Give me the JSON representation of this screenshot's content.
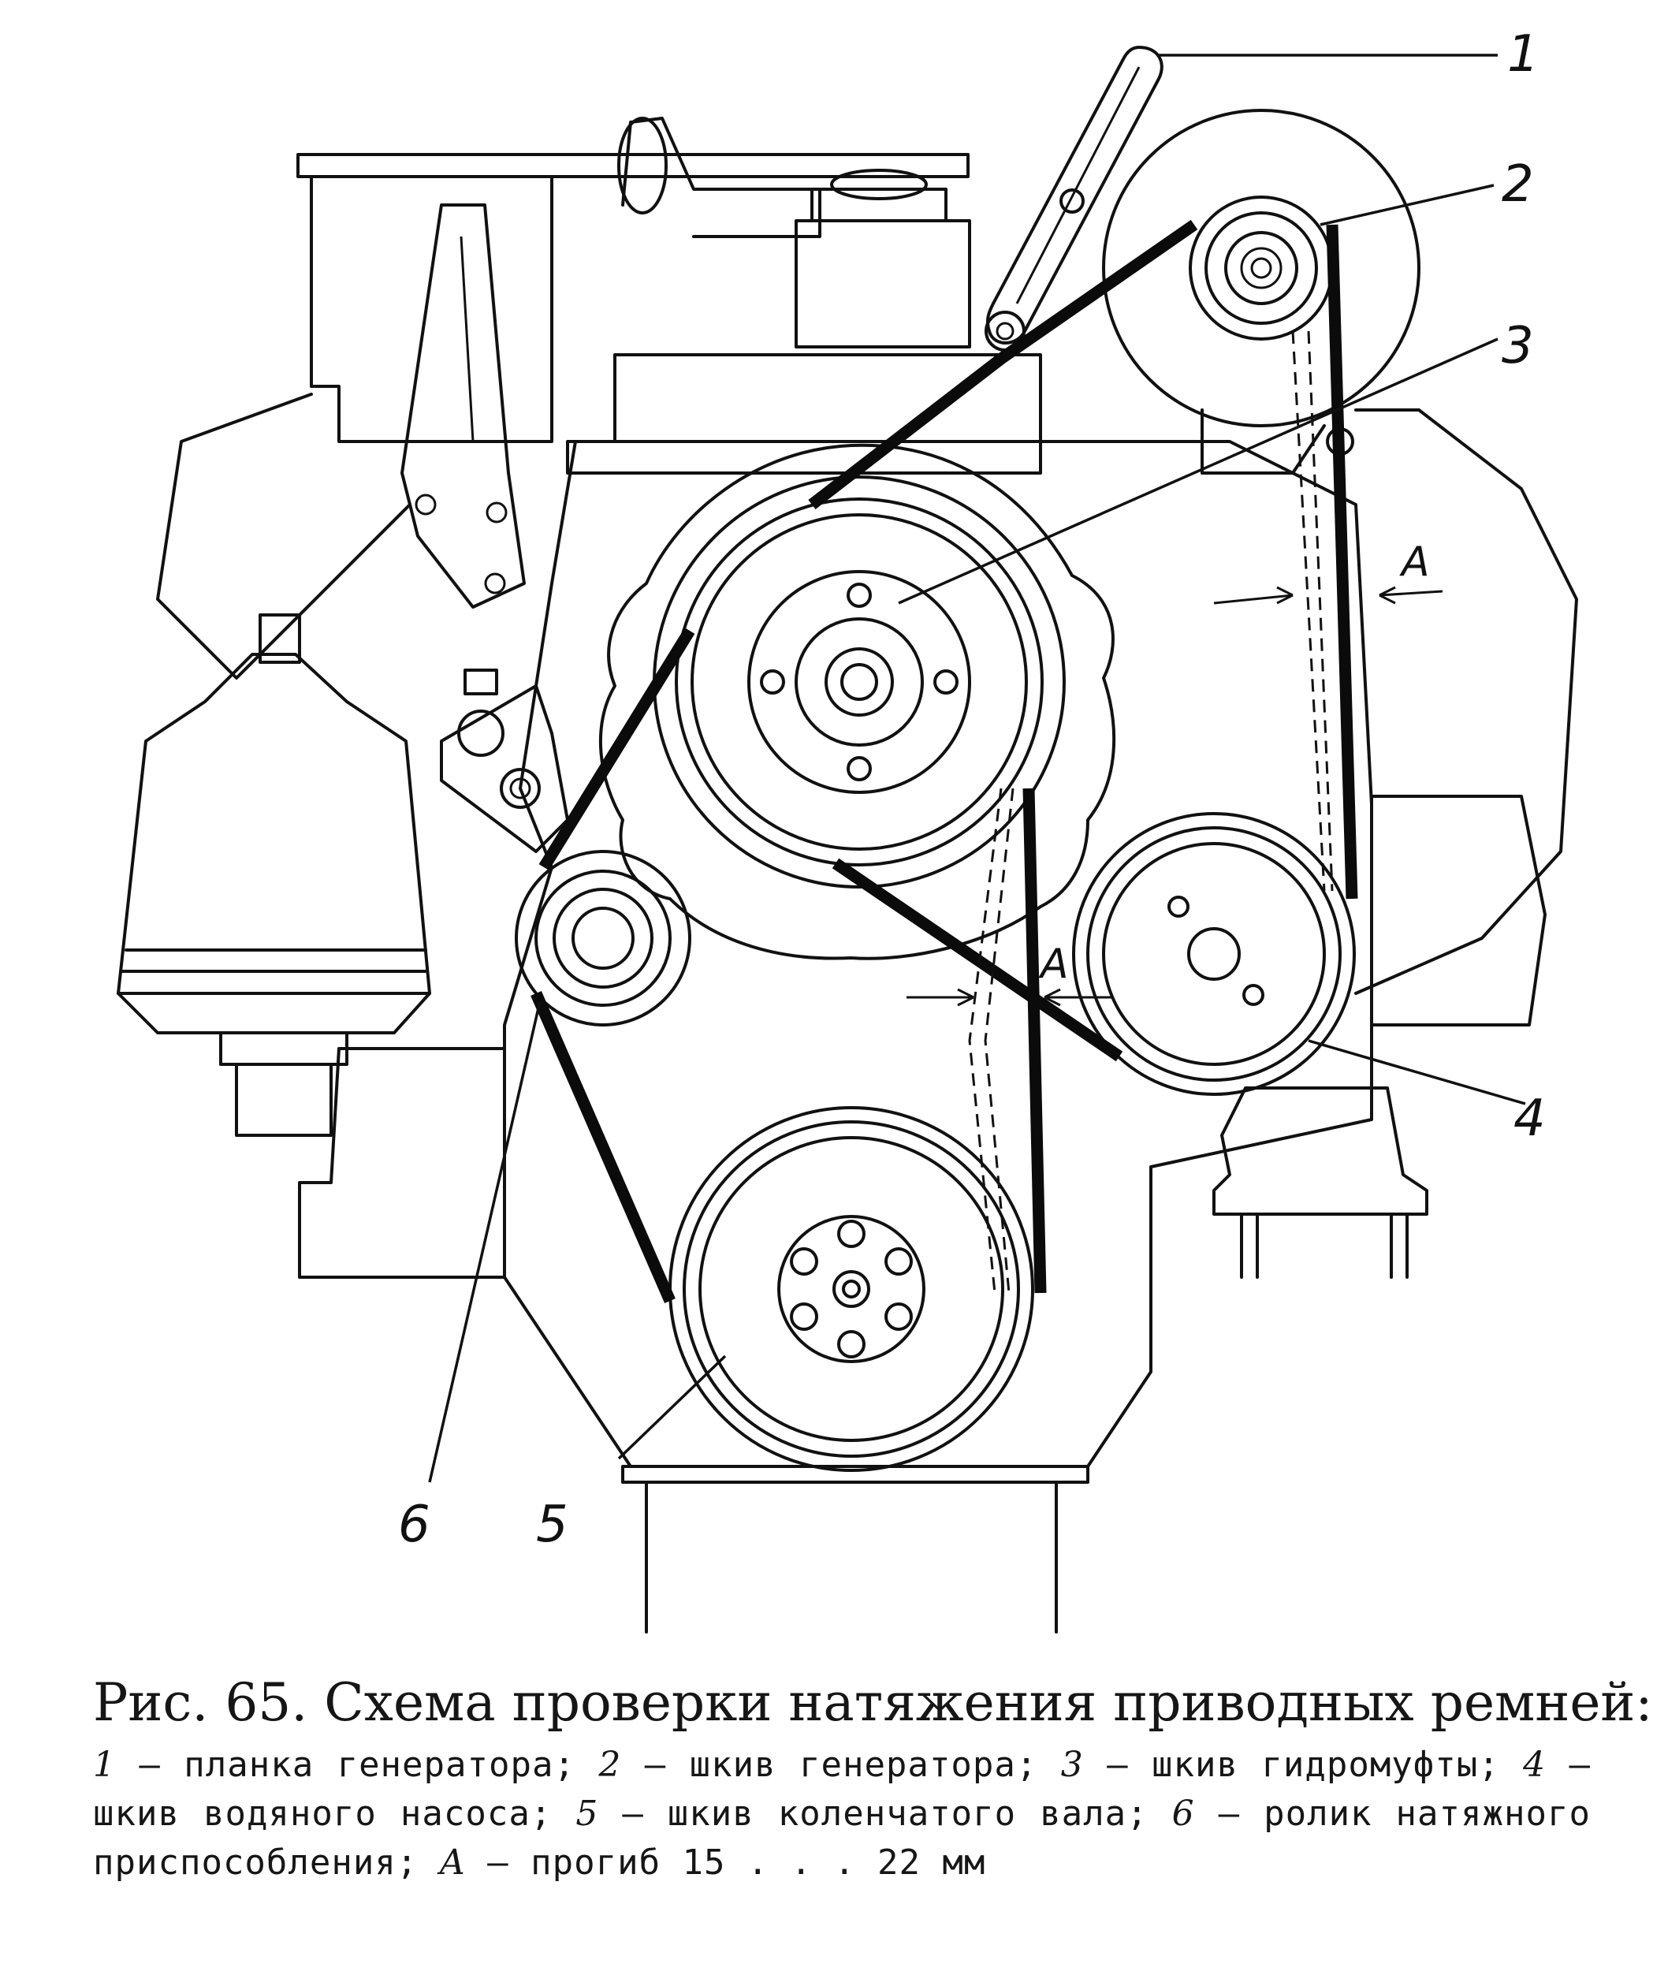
{
  "figure": {
    "callouts": [
      "1",
      "2",
      "3",
      "4",
      "5",
      "6"
    ],
    "deflection_label": "A"
  },
  "caption": {
    "title": "Рис. 65. Схема проверки натяжения приводных ремней:",
    "legend": [
      {
        "num": "1",
        "text": "— планка генератора;"
      },
      {
        "num": "2",
        "text": "— шкив генератора;"
      },
      {
        "num": "3",
        "text": "— шкив гидромуфты;"
      },
      {
        "num": "4",
        "text": "— шкив водяного насоса;"
      },
      {
        "num": "5",
        "text": "— шкив коленчатого вала;"
      },
      {
        "num": "6",
        "text": "— ролик натяжного приспособления;"
      },
      {
        "num": "A",
        "text": "— прогиб 15 . . . 22 мм"
      }
    ]
  }
}
